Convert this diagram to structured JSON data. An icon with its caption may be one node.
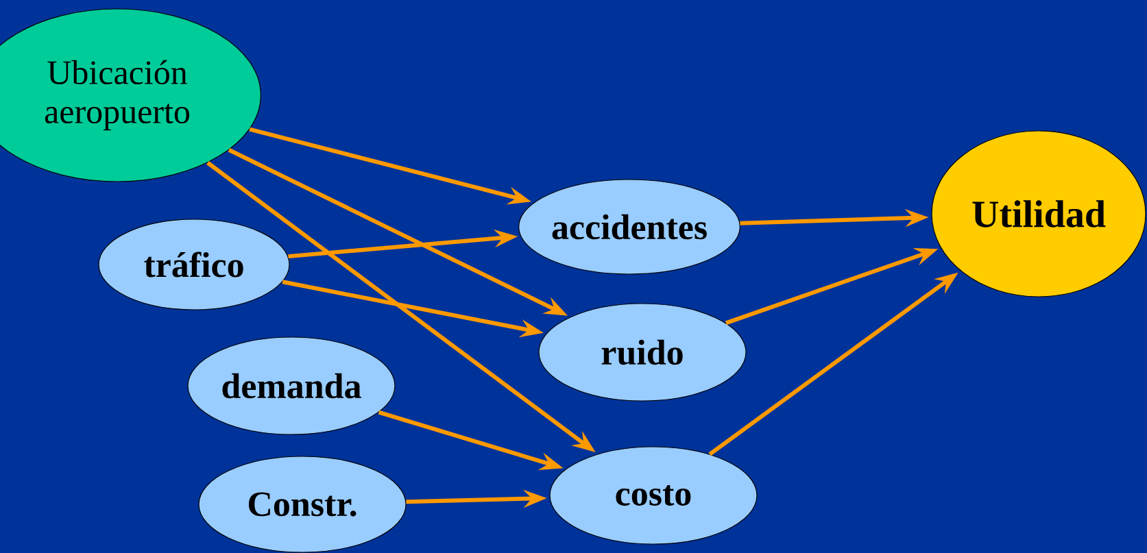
{
  "diagram": {
    "nodes": [
      {
        "text": [
          "Ubicación aeropuerto"
        ]
      },
      {
        "text": [
          "accidentes"
        ]
      },
      {
        "text": [
          "Utilidad"
        ]
      },
      {
        "text": [
          "tráfico"
        ]
      },
      {
        "text": [
          "ruido"
        ]
      },
      {
        "text": [
          "demanda"
        ]
      },
      {
        "text": [
          "costo"
        ]
      },
      {
        "text": [
          "Constr."
        ]
      }
    ],
    "edges": [
      {
        "from": 0,
        "to": 1,
        "arrow": "to"
      },
      {
        "from": 0,
        "to": 4,
        "arrow": "to"
      },
      {
        "from": 0,
        "to": 6,
        "arrow": "to"
      },
      {
        "from": 3,
        "to": 1,
        "arrow": "to"
      },
      {
        "from": 3,
        "to": 4,
        "arrow": "to"
      },
      {
        "from": 5,
        "to": 6,
        "arrow": "to"
      },
      {
        "from": 7,
        "to": 6,
        "arrow": "to"
      },
      {
        "from": 1,
        "to": 2,
        "arrow": "to"
      },
      {
        "from": 4,
        "to": 2,
        "arrow": "to"
      },
      {
        "from": 6,
        "to": 2,
        "arrow": "to"
      }
    ]
  }
}
